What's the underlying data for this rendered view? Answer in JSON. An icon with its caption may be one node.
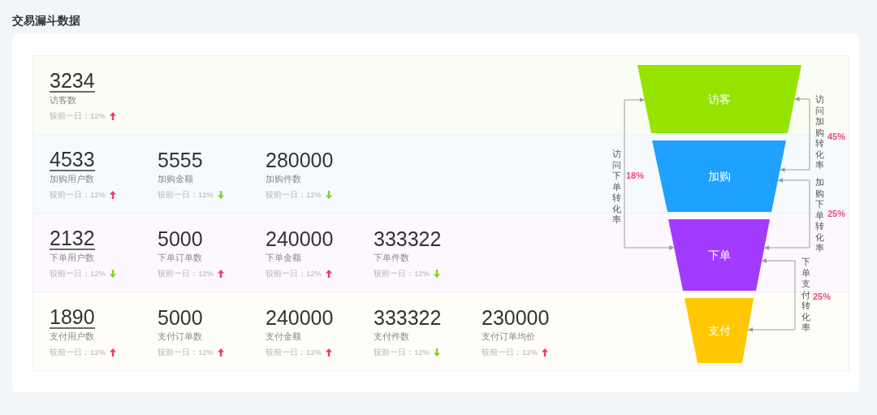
{
  "diagram": {
    "title": "交易漏斗数据",
    "nodes": [
      {
        "text": [
          "3234",
          "访客数",
          "较前一日：12%"
        ]
      },
      {
        "text": [
          "访客"
        ],
        "in": 0
      },
      {
        "text": [
          "4533",
          "加购用户数",
          "较前一日：12%",
          "5555",
          "加购金额",
          "较前一日：12%",
          "280000",
          "加购件数",
          "较前一日：12%"
        ]
      },
      {
        "text": [
          "加购"
        ],
        "in": 2
      },
      {
        "text": [
          "2132",
          "下单用户数",
          "较前一日：12%",
          "5000",
          "下单订单数",
          "较前一日：12%",
          "240000",
          "下单金额",
          "较前一日：12%",
          "333322",
          "下单件数",
          "较前一日：12%"
        ]
      },
      {
        "text": [
          "下单"
        ],
        "in": 4
      },
      {
        "text": [
          "1890",
          "支付用户数",
          "较前一日：12%",
          "5000",
          "支付订单数",
          "较前一日：12%",
          "240000",
          "支付金额",
          "较前一日：12%",
          "333322",
          "支付件数",
          "较前一日：12%",
          "230000",
          "支付订单均价",
          "较前一日：12%"
        ]
      },
      {
        "text": [
          "支付"
        ],
        "in": 6
      }
    ],
    "edges": [
      {
        "from": 1,
        "to": 3,
        "arrow": "both",
        "label": "访问加购转化率"
      },
      {
        "from": 1,
        "to": 5,
        "arrow": "both",
        "label": "访问下单转化率"
      },
      {
        "from": 3,
        "to": 5,
        "arrow": "both",
        "label": "加购下单转化率"
      },
      {
        "from": 5,
        "to": 7,
        "arrow": "both",
        "label": "下单支付转化率"
      }
    ],
    "labels": [
      "45%",
      "18%",
      "25%",
      "25%"
    ]
  }
}
